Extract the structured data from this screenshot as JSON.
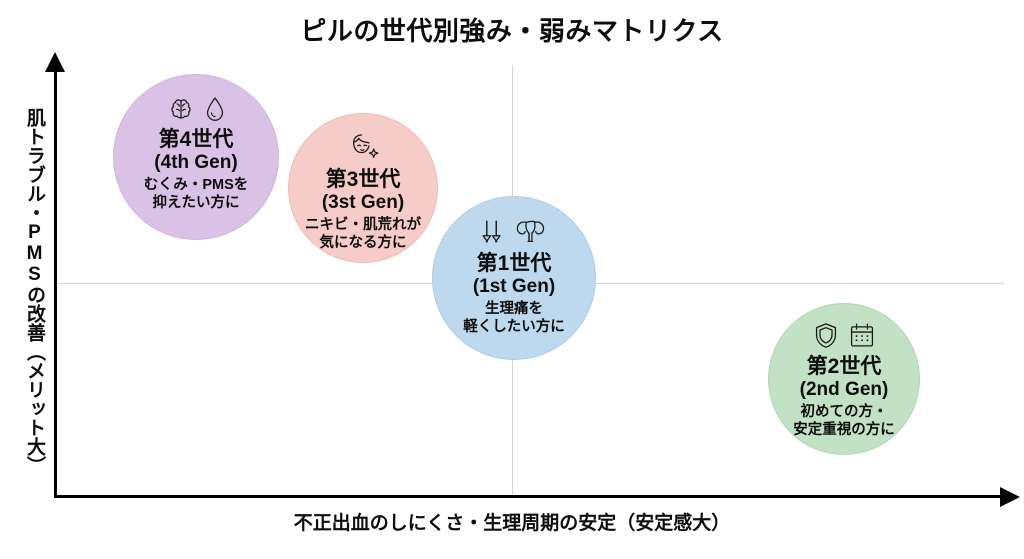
{
  "chart_data": {
    "type": "scatter",
    "title": "ピルの世代別強み・弱みマトリクス",
    "xlabel": "不正出血のしにくさ・生理周期の安定（安定感大）",
    "ylabel": "肌トラブル・PMSの改善（メリット大）",
    "grid": true,
    "legend_position": "none",
    "xlim": [
      0,
      100
    ],
    "ylim": [
      0,
      100
    ],
    "quadrant_divider_x": 50,
    "quadrant_divider_y": 50,
    "points": [
      {
        "id": "gen4",
        "gen_ja": "第4世代",
        "gen_en": "(4th Gen)",
        "desc": "むくみ・PMSを\n抑えたい方に",
        "x": 15,
        "y": 80,
        "size": 166,
        "color": "#d9c2e6",
        "border_color": "#cdb3dc",
        "icons": [
          "brain-icon",
          "water-drop-icon"
        ]
      },
      {
        "id": "gen3",
        "gen_ja": "第3世代",
        "gen_en": "(3st Gen)",
        "desc": "ニキビ・肌荒れが\n気になる方に",
        "x": 33,
        "y": 71,
        "size": 150,
        "color": "#f6ccc8",
        "border_color": "#eebcb7",
        "icons": [
          "face-sparkle-icon"
        ]
      },
      {
        "id": "gen1",
        "gen_ja": "第1世代",
        "gen_en": "(1st Gen)",
        "desc": "生理痛を\n軽くしたい方に",
        "x": 49,
        "y": 51,
        "size": 164,
        "color": "#bed9ee",
        "border_color": "#aecce4",
        "icons": [
          "down-arrow-icon",
          "uterus-icon"
        ]
      },
      {
        "id": "gen2",
        "gen_ja": "第2世代",
        "gen_en": "(2nd Gen)",
        "desc": "初めての方・\n安定重視の方に",
        "x": 83,
        "y": 27,
        "size": 152,
        "color": "#c3e1c5",
        "border_color": "#b0d6b4",
        "icons": [
          "shield-icon",
          "calendar-icon"
        ]
      }
    ]
  },
  "axes": {
    "x_arrow": "right-arrow-icon",
    "y_arrow": "up-arrow-icon",
    "axis_color": "#000000",
    "divider_color": "#d4d4d4"
  }
}
